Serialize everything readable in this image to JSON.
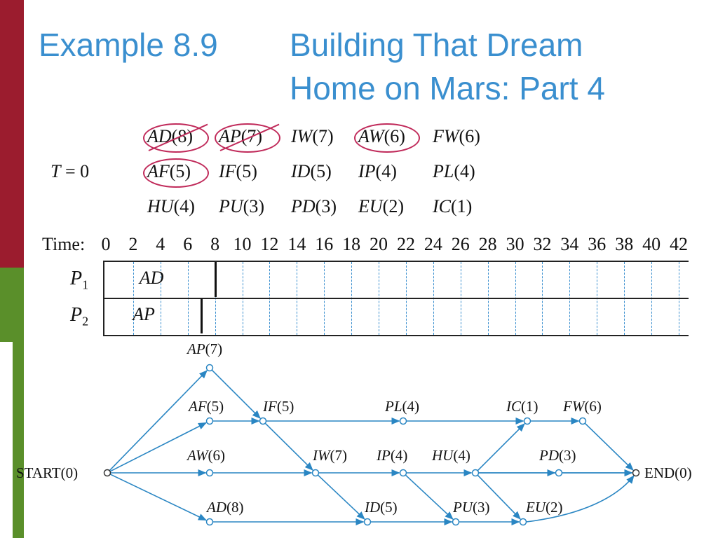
{
  "title": {
    "prefix": "Example 8.9",
    "line1": "Building That Dream",
    "line2": "Home on Mars: Part 4"
  },
  "queue": {
    "label_var": "T",
    "label_rest": " = 0",
    "items": [
      {
        "name": "AD",
        "dur": "(8)",
        "row": 0,
        "col": 0,
        "circled": true,
        "struck": true
      },
      {
        "name": "AP",
        "dur": "(7)",
        "row": 0,
        "col": 1,
        "circled": true,
        "struck": true
      },
      {
        "name": "IW",
        "dur": "(7)",
        "row": 0,
        "col": 2,
        "circled": false,
        "struck": false
      },
      {
        "name": "AW",
        "dur": "(6)",
        "row": 0,
        "col": 3,
        "circled": true,
        "struck": false
      },
      {
        "name": "FW",
        "dur": "(6)",
        "row": 0,
        "col": 4,
        "circled": false,
        "struck": false
      },
      {
        "name": "AF",
        "dur": "(5)",
        "row": 1,
        "col": 0,
        "circled": true,
        "struck": false
      },
      {
        "name": "IF",
        "dur": "(5)",
        "row": 1,
        "col": 1,
        "circled": false,
        "struck": false
      },
      {
        "name": "ID",
        "dur": "(5)",
        "row": 1,
        "col": 2,
        "circled": false,
        "struck": false
      },
      {
        "name": "IP",
        "dur": "(4)",
        "row": 1,
        "col": 3,
        "circled": false,
        "struck": false
      },
      {
        "name": "PL",
        "dur": "(4)",
        "row": 1,
        "col": 4,
        "circled": false,
        "struck": false
      },
      {
        "name": "HU",
        "dur": "(4)",
        "row": 2,
        "col": 0,
        "circled": false,
        "struck": false
      },
      {
        "name": "PU",
        "dur": "(3)",
        "row": 2,
        "col": 1,
        "circled": false,
        "struck": false
      },
      {
        "name": "PD",
        "dur": "(3)",
        "row": 2,
        "col": 2,
        "circled": false,
        "struck": false
      },
      {
        "name": "EU",
        "dur": "(2)",
        "row": 2,
        "col": 3,
        "circled": false,
        "struck": false
      },
      {
        "name": "IC",
        "dur": "(1)",
        "row": 2,
        "col": 4,
        "circled": false,
        "struck": false
      }
    ]
  },
  "timeline": {
    "label": "Time:",
    "ticks": [
      "0",
      "2",
      "4",
      "6",
      "8",
      "10",
      "12",
      "14",
      "16",
      "18",
      "20",
      "22",
      "24",
      "26",
      "28",
      "30",
      "32",
      "34",
      "36",
      "38",
      "40",
      "42"
    ],
    "processors": [
      {
        "label": "P",
        "sub": "1",
        "task": "AD",
        "start": 0,
        "end": 8
      },
      {
        "label": "P",
        "sub": "2",
        "task": "AP",
        "start": 0,
        "end": 7
      }
    ]
  },
  "graph": {
    "colors": {
      "edge": "#2a86c3",
      "node": "#2a86c3"
    },
    "nodes": [
      {
        "id": "START",
        "name": "START",
        "dur": "(0)",
        "italic": false
      },
      {
        "id": "AP",
        "name": "AP",
        "dur": "(7)",
        "italic": true
      },
      {
        "id": "AF",
        "name": "AF",
        "dur": "(5)",
        "italic": true
      },
      {
        "id": "IF",
        "name": "IF",
        "dur": "(5)",
        "italic": true
      },
      {
        "id": "PL",
        "name": "PL",
        "dur": "(4)",
        "italic": true
      },
      {
        "id": "IC",
        "name": "IC",
        "dur": "(1)",
        "italic": true
      },
      {
        "id": "FW",
        "name": "FW",
        "dur": "(6)",
        "italic": true
      },
      {
        "id": "AW",
        "name": "AW",
        "dur": "(6)",
        "italic": true
      },
      {
        "id": "IW",
        "name": "IW",
        "dur": "(7)",
        "italic": true
      },
      {
        "id": "IP",
        "name": "IP",
        "dur": "(4)",
        "italic": true
      },
      {
        "id": "HU",
        "name": "HU",
        "dur": "(4)",
        "italic": true
      },
      {
        "id": "PD",
        "name": "PD",
        "dur": "(3)",
        "italic": true
      },
      {
        "id": "END",
        "name": "END",
        "dur": "(0)",
        "italic": false
      },
      {
        "id": "AD",
        "name": "AD",
        "dur": "(8)",
        "italic": true
      },
      {
        "id": "ID",
        "name": "ID",
        "dur": "(5)",
        "italic": true
      },
      {
        "id": "PU",
        "name": "PU",
        "dur": "(3)",
        "italic": true
      },
      {
        "id": "EU",
        "name": "EU",
        "dur": "(2)",
        "italic": true
      }
    ],
    "edges": [
      [
        "START",
        "AP"
      ],
      [
        "START",
        "AF"
      ],
      [
        "START",
        "AW"
      ],
      [
        "START",
        "AD"
      ],
      [
        "AP",
        "IF"
      ],
      [
        "AF",
        "IF"
      ],
      [
        "IF",
        "PL"
      ],
      [
        "IF",
        "IW"
      ],
      [
        "PL",
        "IC"
      ],
      [
        "IC",
        "FW"
      ],
      [
        "FW",
        "END"
      ],
      [
        "AW",
        "IW"
      ],
      [
        "IW",
        "IP"
      ],
      [
        "IW",
        "ID"
      ],
      [
        "IP",
        "HU"
      ],
      [
        "IP",
        "PU"
      ],
      [
        "HU",
        "IC"
      ],
      [
        "HU",
        "PD"
      ],
      [
        "HU",
        "EU"
      ],
      [
        "HU",
        "END"
      ],
      [
        "PD",
        "END"
      ],
      [
        "AD",
        "ID"
      ],
      [
        "ID",
        "PU"
      ],
      [
        "PU",
        "EU"
      ],
      [
        "EU",
        "END"
      ]
    ]
  }
}
